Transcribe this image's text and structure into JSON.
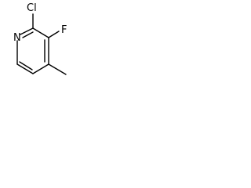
{
  "molecule": {
    "atoms": {
      "cl": "Cl",
      "f": "F",
      "n": "N"
    },
    "colors": {
      "ink": "#000000",
      "background": "#ffffff"
    }
  }
}
